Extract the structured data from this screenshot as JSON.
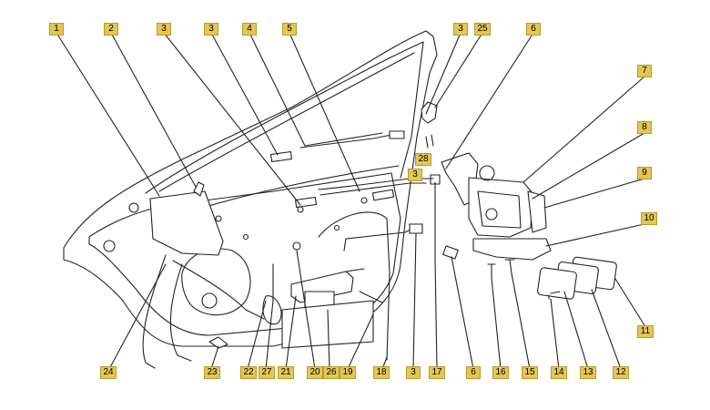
{
  "diagram": {
    "callouts": [
      {
        "id": "c1",
        "label": "1"
      },
      {
        "id": "c2",
        "label": "2"
      },
      {
        "id": "c3a",
        "label": "3"
      },
      {
        "id": "c3b",
        "label": "3"
      },
      {
        "id": "c4",
        "label": "4"
      },
      {
        "id": "c5",
        "label": "5"
      },
      {
        "id": "c3c",
        "label": "3"
      },
      {
        "id": "c25",
        "label": "25"
      },
      {
        "id": "c6a",
        "label": "6"
      },
      {
        "id": "c7",
        "label": "7"
      },
      {
        "id": "c8",
        "label": "8"
      },
      {
        "id": "c9",
        "label": "9"
      },
      {
        "id": "c10",
        "label": "10"
      },
      {
        "id": "c28",
        "label": "28"
      },
      {
        "id": "c3d",
        "label": "3"
      },
      {
        "id": "c11",
        "label": "11"
      },
      {
        "id": "c24",
        "label": "24"
      },
      {
        "id": "c23",
        "label": "23"
      },
      {
        "id": "c22",
        "label": "22"
      },
      {
        "id": "c27",
        "label": "27"
      },
      {
        "id": "c21",
        "label": "21"
      },
      {
        "id": "c20",
        "label": "20"
      },
      {
        "id": "c26",
        "label": "26"
      },
      {
        "id": "c19",
        "label": "19"
      },
      {
        "id": "c18",
        "label": "18"
      },
      {
        "id": "c3e",
        "label": "3"
      },
      {
        "id": "c17",
        "label": "17"
      },
      {
        "id": "c6b",
        "label": "6"
      },
      {
        "id": "c16",
        "label": "16"
      },
      {
        "id": "c15",
        "label": "15"
      },
      {
        "id": "c14",
        "label": "14"
      },
      {
        "id": "c13",
        "label": "13"
      },
      {
        "id": "c12",
        "label": "12"
      }
    ]
  },
  "colors": {
    "callout_fill": "#e4c655",
    "line": "#222222"
  }
}
